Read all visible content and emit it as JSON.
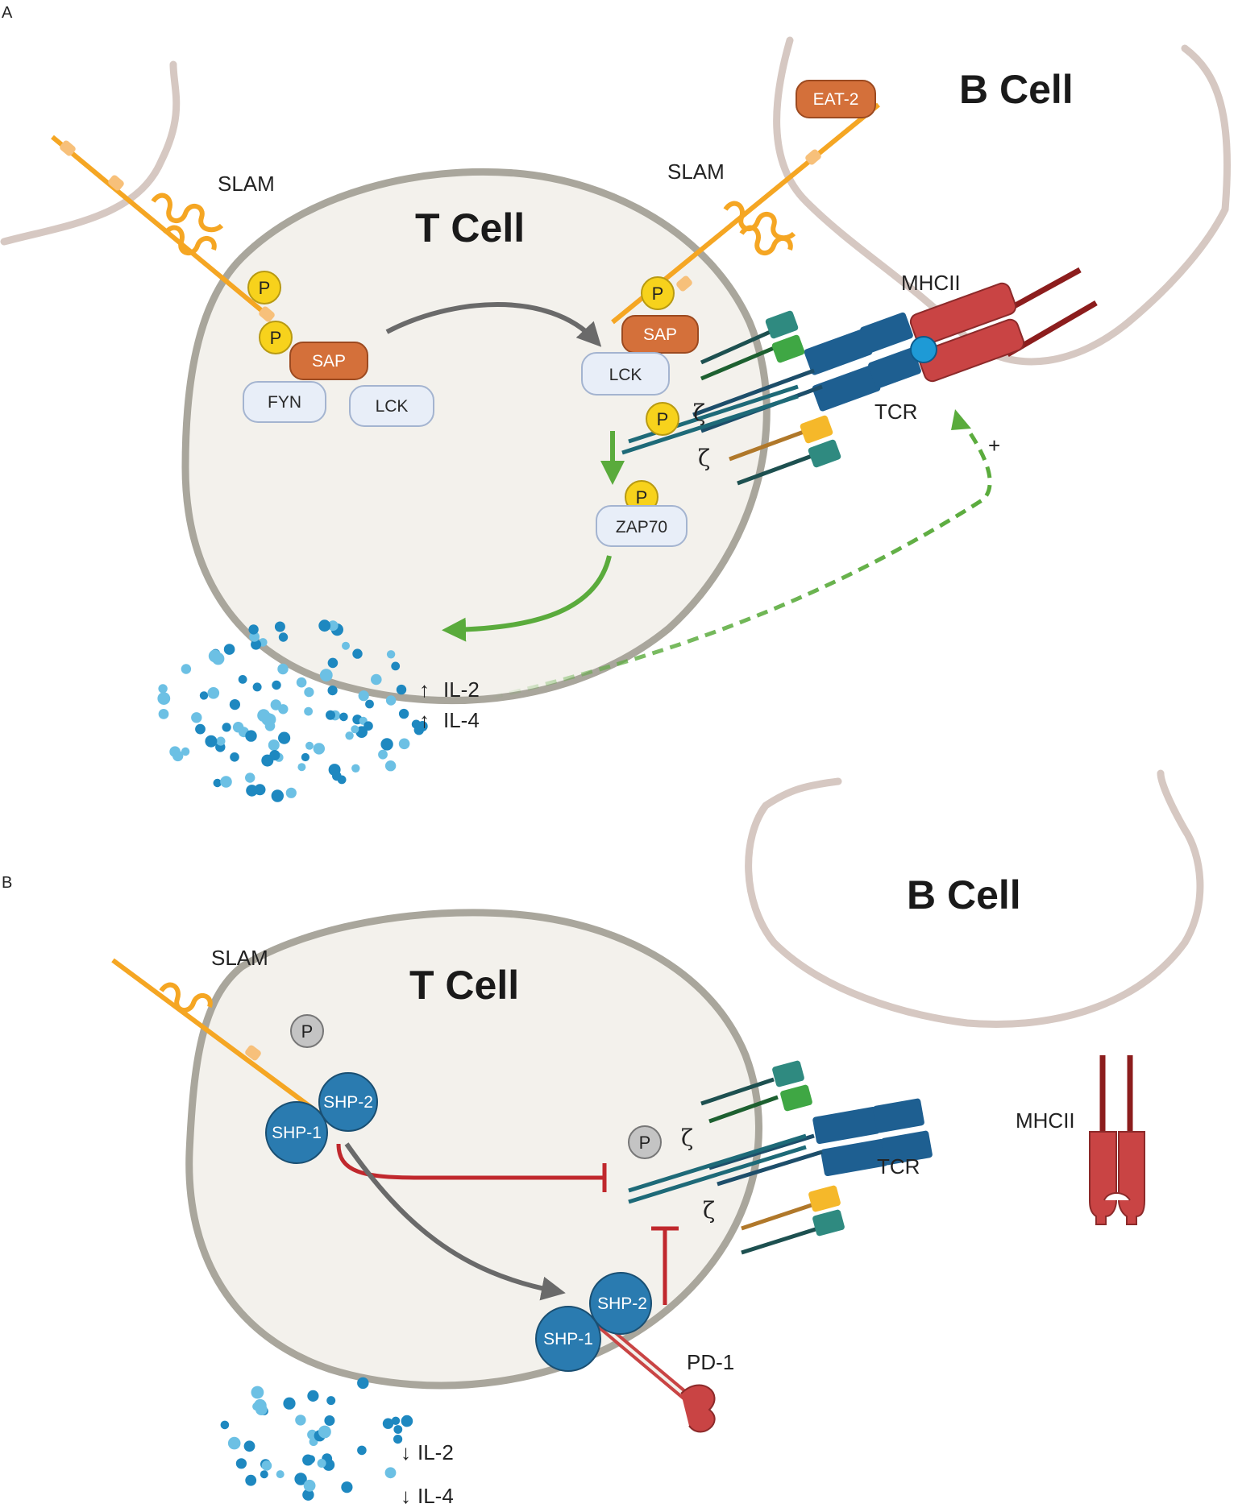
{
  "panels": {
    "a": {
      "label": "A",
      "t_cell_title": "T Cell",
      "b_cell_title": "B Cell",
      "slam_left": "SLAM",
      "slam_right": "SLAM",
      "eat2": "EAT-2",
      "sap_left": "SAP",
      "sap_right": "SAP",
      "fyn": "FYN",
      "lck_left": "LCK",
      "lck_right": "LCK",
      "zap70": "ZAP70",
      "mhcii": "MHCII",
      "tcr": "TCR",
      "zeta_top": "ζ",
      "zeta_bottom": "ζ",
      "phospho": "P",
      "plus": "+",
      "cytokine_1": "IL-2",
      "cytokine_2": "IL-4",
      "arrow_up": "↑"
    },
    "b": {
      "label": "B",
      "t_cell_title": "T Cell",
      "b_cell_title": "B Cell",
      "slam": "SLAM",
      "phospho": "P",
      "shp1_top": "SHP-1",
      "shp2_top": "SHP-2",
      "shp1_bottom": "SHP-1",
      "shp2_bottom": "SHP-2",
      "pd1": "PD-1",
      "mhcii": "MHCII",
      "tcr": "TCR",
      "zeta_top": "ζ",
      "zeta_bottom": "ζ",
      "cytokine_1": "IL-2",
      "cytokine_2": "IL-4",
      "arrow_down": "↓"
    }
  },
  "colors": {
    "cell_fill": "#f3f1ec",
    "cell_border": "#a9a69c",
    "b_cell_membrane": "#d6c8c2",
    "slam": "#f5a623",
    "sap": "#d4703a",
    "kinase_box": "#e8eef8",
    "phospho": "#f7d21c",
    "tcr_blue": "#1e5f91",
    "mhc_red": "#c94444",
    "green_arrow": "#5aab3c",
    "grey_arrow": "#666666",
    "inhibit_red": "#c0282d",
    "shp_blue": "#2a7bb0",
    "cytokine": "#1e88c0"
  }
}
